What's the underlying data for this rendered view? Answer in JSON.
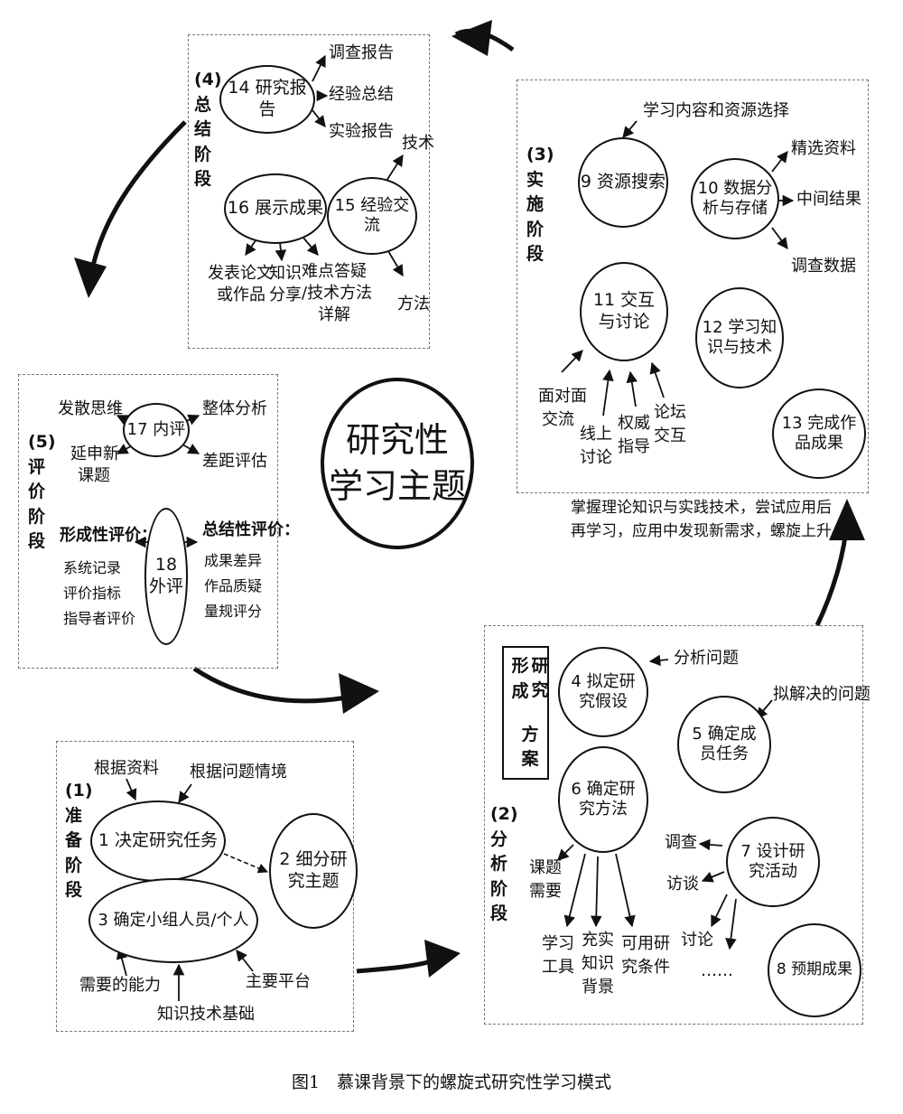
{
  "center": {
    "line1": "研究性",
    "line2": "学习主题"
  },
  "stage4": {
    "num": "(4)",
    "name": "总结阶段",
    "node14": "14 研究报告",
    "node14_out": [
      "调查报告",
      "经验总结",
      "实验报告"
    ],
    "node16": "16 展示成果",
    "node15": "15 经验交流",
    "tech": "技术",
    "method": "方法",
    "pub": [
      "发表论文",
      "或作品"
    ],
    "share": [
      "知识",
      "分享"
    ],
    "qa": [
      "难点答疑",
      "/技术方法",
      "详解"
    ]
  },
  "stage3": {
    "num": "(3)",
    "name": "实施阶段",
    "content_select": "学习内容和资源选择",
    "node9": "9 资源搜索",
    "node10": [
      "10 数据分",
      "析与存储"
    ],
    "node10_out": [
      "精选资料",
      "中间结果",
      "调查数据"
    ],
    "node11": [
      "11 交互",
      "与讨论"
    ],
    "node12": [
      "12 学习知",
      "识与技术"
    ],
    "node13": [
      "13 完成作",
      "品成果"
    ],
    "f2f": [
      "面对面",
      "交流"
    ],
    "online": [
      "线上",
      "讨论"
    ],
    "expert": [
      "权威",
      "指导"
    ],
    "forum": [
      "论坛",
      "交互"
    ],
    "note": [
      "掌握理论知识与实践技术，尝试应用后",
      "再学习，应用中发现新需求，螺旋上升。"
    ]
  },
  "stage5": {
    "num": "(5)",
    "name": "评价阶段",
    "node17": "17 内评",
    "diverge": "发散思维",
    "extend": [
      "延申新",
      "课题"
    ],
    "overall": "整体分析",
    "gap": "差距评估",
    "node18": [
      "18",
      "外评"
    ],
    "formative_title": "形成性评价：",
    "formative": [
      "系统记录",
      "评价指标",
      "指导者评价"
    ],
    "summative_title": "总结性评价：",
    "summative": [
      "成果差异",
      "作品质疑",
      "量规评分"
    ]
  },
  "stage1": {
    "num": "(1)",
    "name": "准备阶段",
    "by_material": "根据资料",
    "by_situation": "根据问题情境",
    "node1": "1 决定研究任务",
    "node2": [
      "2 细分研",
      "究主题"
    ],
    "node3": "3 确定小组人员/个人",
    "ability": "需要的能力",
    "knowledge": "知识技术基础",
    "platform": "主要平台"
  },
  "stage2": {
    "num": "(2)",
    "name": "分析阶段",
    "plan": [
      "形成",
      "研究",
      "方案"
    ],
    "node4": [
      "4 拟定研",
      "究假设"
    ],
    "analyze": "分析问题",
    "node5": [
      "5 确定成",
      "员任务"
    ],
    "to_solve": "拟解决的问题",
    "node6": [
      "6 确定研",
      "究方法"
    ],
    "need": [
      "课题",
      "需要"
    ],
    "tools": [
      "学习",
      "工具"
    ],
    "bg": [
      "充实",
      "知识",
      "背景"
    ],
    "cond": [
      "可用研",
      "究条件"
    ],
    "node7": [
      "7 设计研",
      "究活动"
    ],
    "survey": "调查",
    "interview": "访谈",
    "discuss": "讨论",
    "etc": "……",
    "node8": "8 预期成果"
  },
  "caption": "图1　慕课背景下的螺旋式研究性学习模式"
}
